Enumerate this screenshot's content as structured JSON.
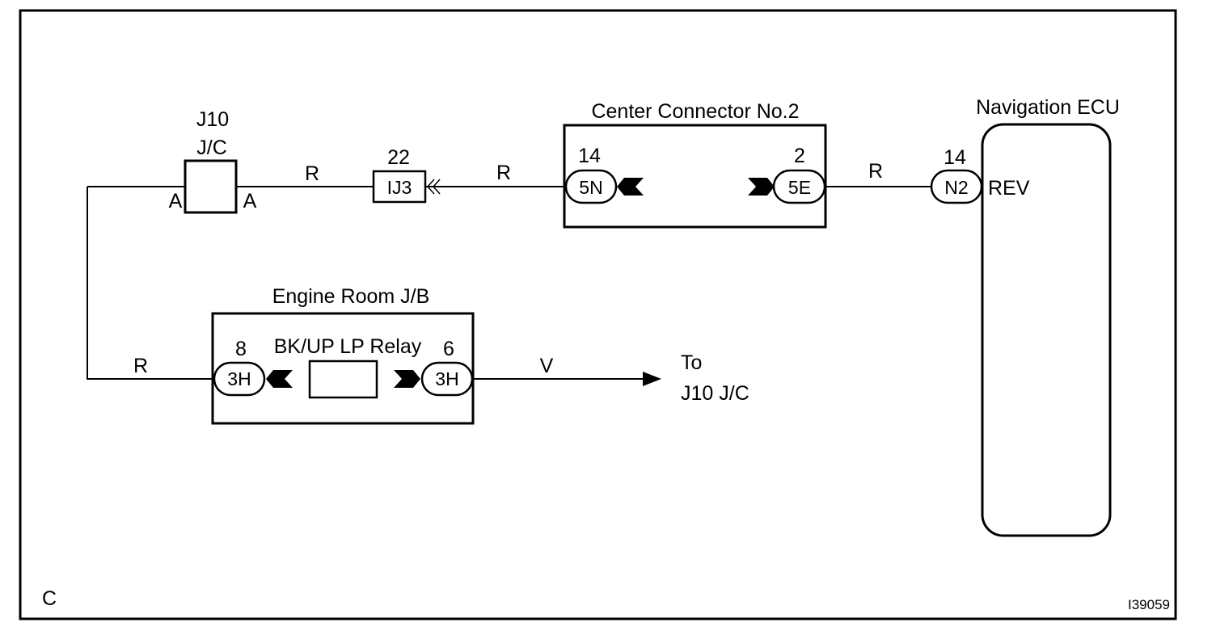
{
  "j10": {
    "name": "J10",
    "type": "J/C",
    "pin_left": "A",
    "pin_right": "A"
  },
  "ij3": {
    "pin": "22",
    "code": "IJ3"
  },
  "center_connector": {
    "title": "Center Connector No.2",
    "left_pin": "14",
    "left_code": "5N",
    "right_pin": "2",
    "right_code": "5E"
  },
  "nav_ecu": {
    "title": "Navigation ECU",
    "pin": "14",
    "code": "N2",
    "terminal": "REV"
  },
  "engine_jb": {
    "title": "Engine Room J/B",
    "relay": "BK/UP LP Relay",
    "left_pin": "8",
    "left_code": "3H",
    "right_pin": "6",
    "right_code": "3H"
  },
  "wires": {
    "w1": "R",
    "w2": "R",
    "w3": "R",
    "w4": "R",
    "w5": "V"
  },
  "destination": {
    "line1": "To",
    "line2": "J10 J/C"
  },
  "corner_label": "C",
  "figure_id": "I39059",
  "colors": {
    "ink": "#000000",
    "background": "#ffffff"
  }
}
